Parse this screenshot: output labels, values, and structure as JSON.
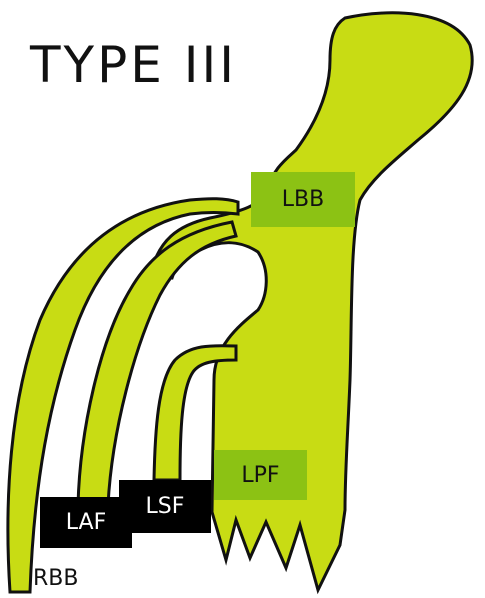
{
  "title": "TYPE III",
  "colors": {
    "conduction_fill": "#c8dc14",
    "conduction_stroke": "#111111",
    "label_green": "#8cc214",
    "label_black": "#000000"
  },
  "labels": {
    "lbb": "LBB",
    "lpf": "LPF",
    "lsf": "LSF",
    "laf": "LAF",
    "rbb": "RBB"
  }
}
